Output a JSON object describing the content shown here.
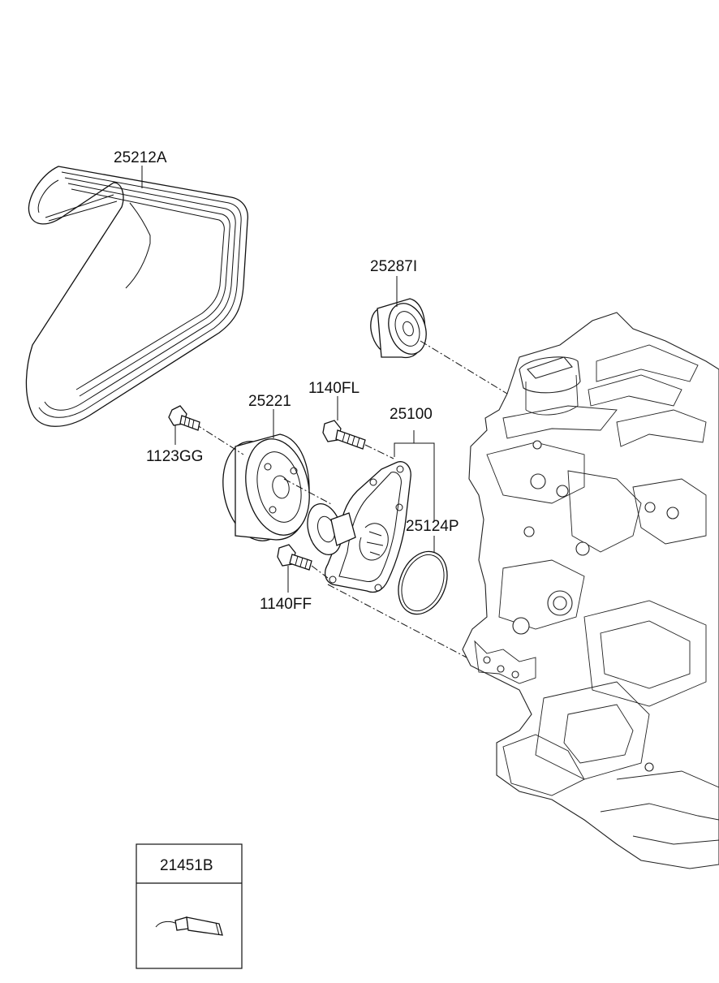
{
  "diagram": {
    "labels": {
      "belt": "25212A",
      "idler": "25287I",
      "pulley": "25221",
      "bolt_fl": "1140FL",
      "pump_assy": "25100",
      "bolt_gg": "1123GG",
      "gasket": "25124P",
      "bolt_ff": "1140FF",
      "sealant": "21451B"
    }
  }
}
